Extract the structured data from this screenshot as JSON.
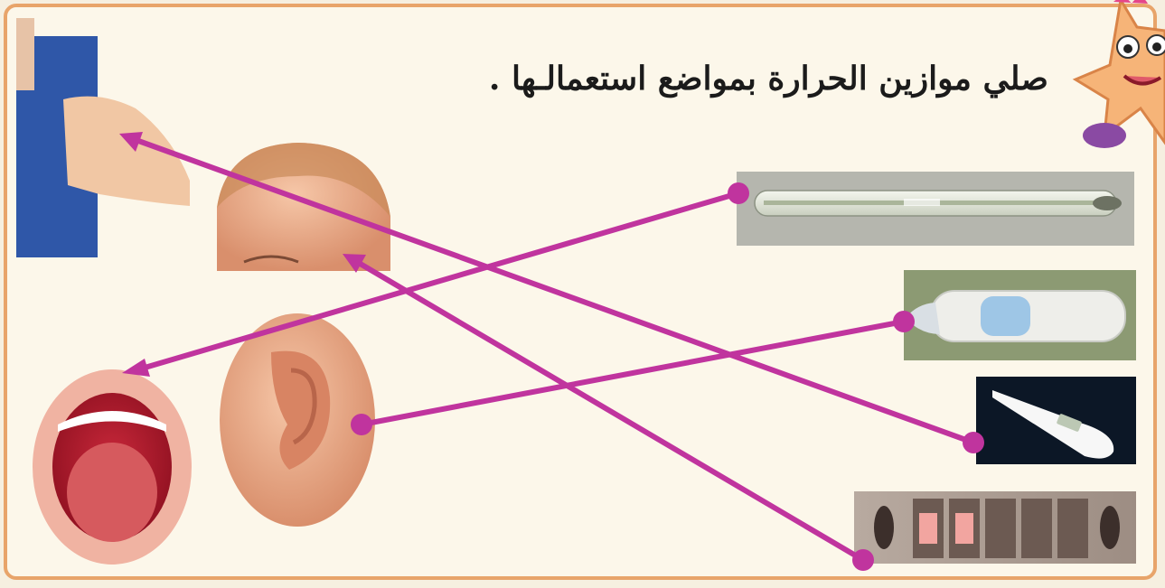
{
  "instruction": "صلي موازين الحرارة بمواضع استعمالـها .",
  "colors": {
    "connector": "#c0349e",
    "frame_border": "#e8a46a",
    "background": "#fcf7ea"
  },
  "body_sites": [
    {
      "id": "armpit",
      "icon": "arm-armpit-photo"
    },
    {
      "id": "forehead",
      "icon": "baby-forehead-photo"
    },
    {
      "id": "mouth",
      "icon": "open-mouth-photo"
    },
    {
      "id": "ear",
      "icon": "ear-photo"
    }
  ],
  "thermometers": [
    {
      "id": "mercury",
      "icon": "glass-mercury-thermometer-photo"
    },
    {
      "id": "ear_thermometer",
      "icon": "infrared-ear-thermometer-photo"
    },
    {
      "id": "digital",
      "icon": "digital-thermometer-photo"
    },
    {
      "id": "strip",
      "icon": "forehead-strip-thermometer-photo"
    }
  ],
  "connections": [
    {
      "from": "mercury",
      "to": "mouth"
    },
    {
      "from": "ear_thermometer",
      "to": "ear"
    },
    {
      "from": "digital",
      "to": "armpit"
    },
    {
      "from": "strip",
      "to": "forehead"
    }
  ]
}
